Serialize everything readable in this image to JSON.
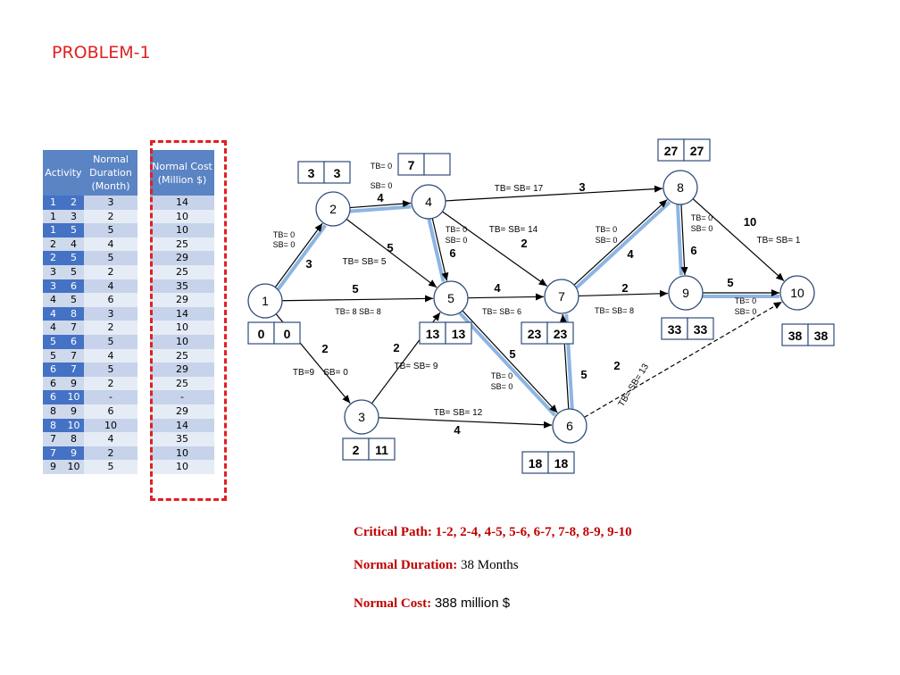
{
  "title": "PROBLEM-1",
  "table": {
    "headers": {
      "activity": "Activity",
      "duration": "Normal Duration (Month)",
      "cost": "Normal Cost (Million $)"
    },
    "rows": [
      [
        "1",
        "2",
        "3",
        "14"
      ],
      [
        "1",
        "3",
        "2",
        "10"
      ],
      [
        "1",
        "5",
        "5",
        "10"
      ],
      [
        "2",
        "4",
        "4",
        "25"
      ],
      [
        "2",
        "5",
        "5",
        "29"
      ],
      [
        "3",
        "5",
        "2",
        "25"
      ],
      [
        "3",
        "6",
        "4",
        "35"
      ],
      [
        "4",
        "5",
        "6",
        "29"
      ],
      [
        "4",
        "8",
        "3",
        "14"
      ],
      [
        "4",
        "7",
        "2",
        "10"
      ],
      [
        "5",
        "6",
        "5",
        "10"
      ],
      [
        "5",
        "7",
        "4",
        "25"
      ],
      [
        "6",
        "7",
        "5",
        "29"
      ],
      [
        "6",
        "9",
        "2",
        "25"
      ],
      [
        "6",
        "10",
        "-",
        "-"
      ],
      [
        "8",
        "9",
        "6",
        "29"
      ],
      [
        "8",
        "10",
        "10",
        "14"
      ],
      [
        "7",
        "8",
        "4",
        "35"
      ],
      [
        "7",
        "9",
        "2",
        "10"
      ],
      [
        "9",
        "10",
        "5",
        "10"
      ]
    ]
  },
  "nodes": [
    {
      "id": "1",
      "es": "0",
      "ef": "0"
    },
    {
      "id": "2",
      "es": "3",
      "ef": "3"
    },
    {
      "id": "3",
      "es": "2",
      "ef": "11"
    },
    {
      "id": "4",
      "es": "7",
      "ef": ""
    },
    {
      "id": "5",
      "es": "13",
      "ef": "13"
    },
    {
      "id": "6",
      "es": "18",
      "ef": "18"
    },
    {
      "id": "7",
      "es": "23",
      "ef": "23"
    },
    {
      "id": "8",
      "es": "27",
      "ef": "27"
    },
    {
      "id": "9",
      "es": "33",
      "ef": "33"
    },
    {
      "id": "10",
      "es": "38",
      "ef": "38"
    }
  ],
  "labels": {
    "d12": "3",
    "d13": "2",
    "d15": "5",
    "d24": "4",
    "d25": "5",
    "d35": "2",
    "d36": "4",
    "d45": "6",
    "d48": "3",
    "d47": "2",
    "d56": "5",
    "d57": "4",
    "d67": "5",
    "d69": "2",
    "d89": "6",
    "d810": "10",
    "d78": "4",
    "d79": "2",
    "d910": "5",
    "f12a": "TB= 0",
    "f12b": "SB= 0",
    "f13a": "TB=9",
    "f13b": "SB= 0",
    "f15": "TB= 8  SB= 8",
    "f24a": "TB= 0",
    "f24b": "SB= 0",
    "f25": "TB= SB= 5",
    "f35": "TB= SB= 9",
    "f36": "TB= SB= 12",
    "f45a": "TB= 0",
    "f45b": "SB= 0",
    "f48": "TB= SB= 17",
    "f47": "TB= SB= 14",
    "f56": "TB= SB= 6",
    "f57": "TB= SB= 6",
    "f67a": "TB= 0",
    "f67b": "SB= 0",
    "f69": "TB= SB= 13",
    "f78a": "TB= 0",
    "f78b": "SB= 0",
    "f79": "TB= SB= 8",
    "f89a": "TB= 0",
    "f89b": "SB= 0",
    "f810": "TB= SB= 1",
    "f910a": "TB= 0",
    "f910b": "SB= 0"
  },
  "legend": {
    "cp_label": "Critical Path:",
    "cp_value": "1-2, 2-4, 4-5, 5-6, 6-7, 7-8, 8-9, 9-10",
    "nd_label": "Normal Duration:",
    "nd_value": "38 Months",
    "nc_label": "Normal Cost:",
    "nc_value": "388 million $"
  },
  "colors": {
    "node_border": "#2e4d7a",
    "critical": "#8eb4e3",
    "title": "#e02020"
  }
}
